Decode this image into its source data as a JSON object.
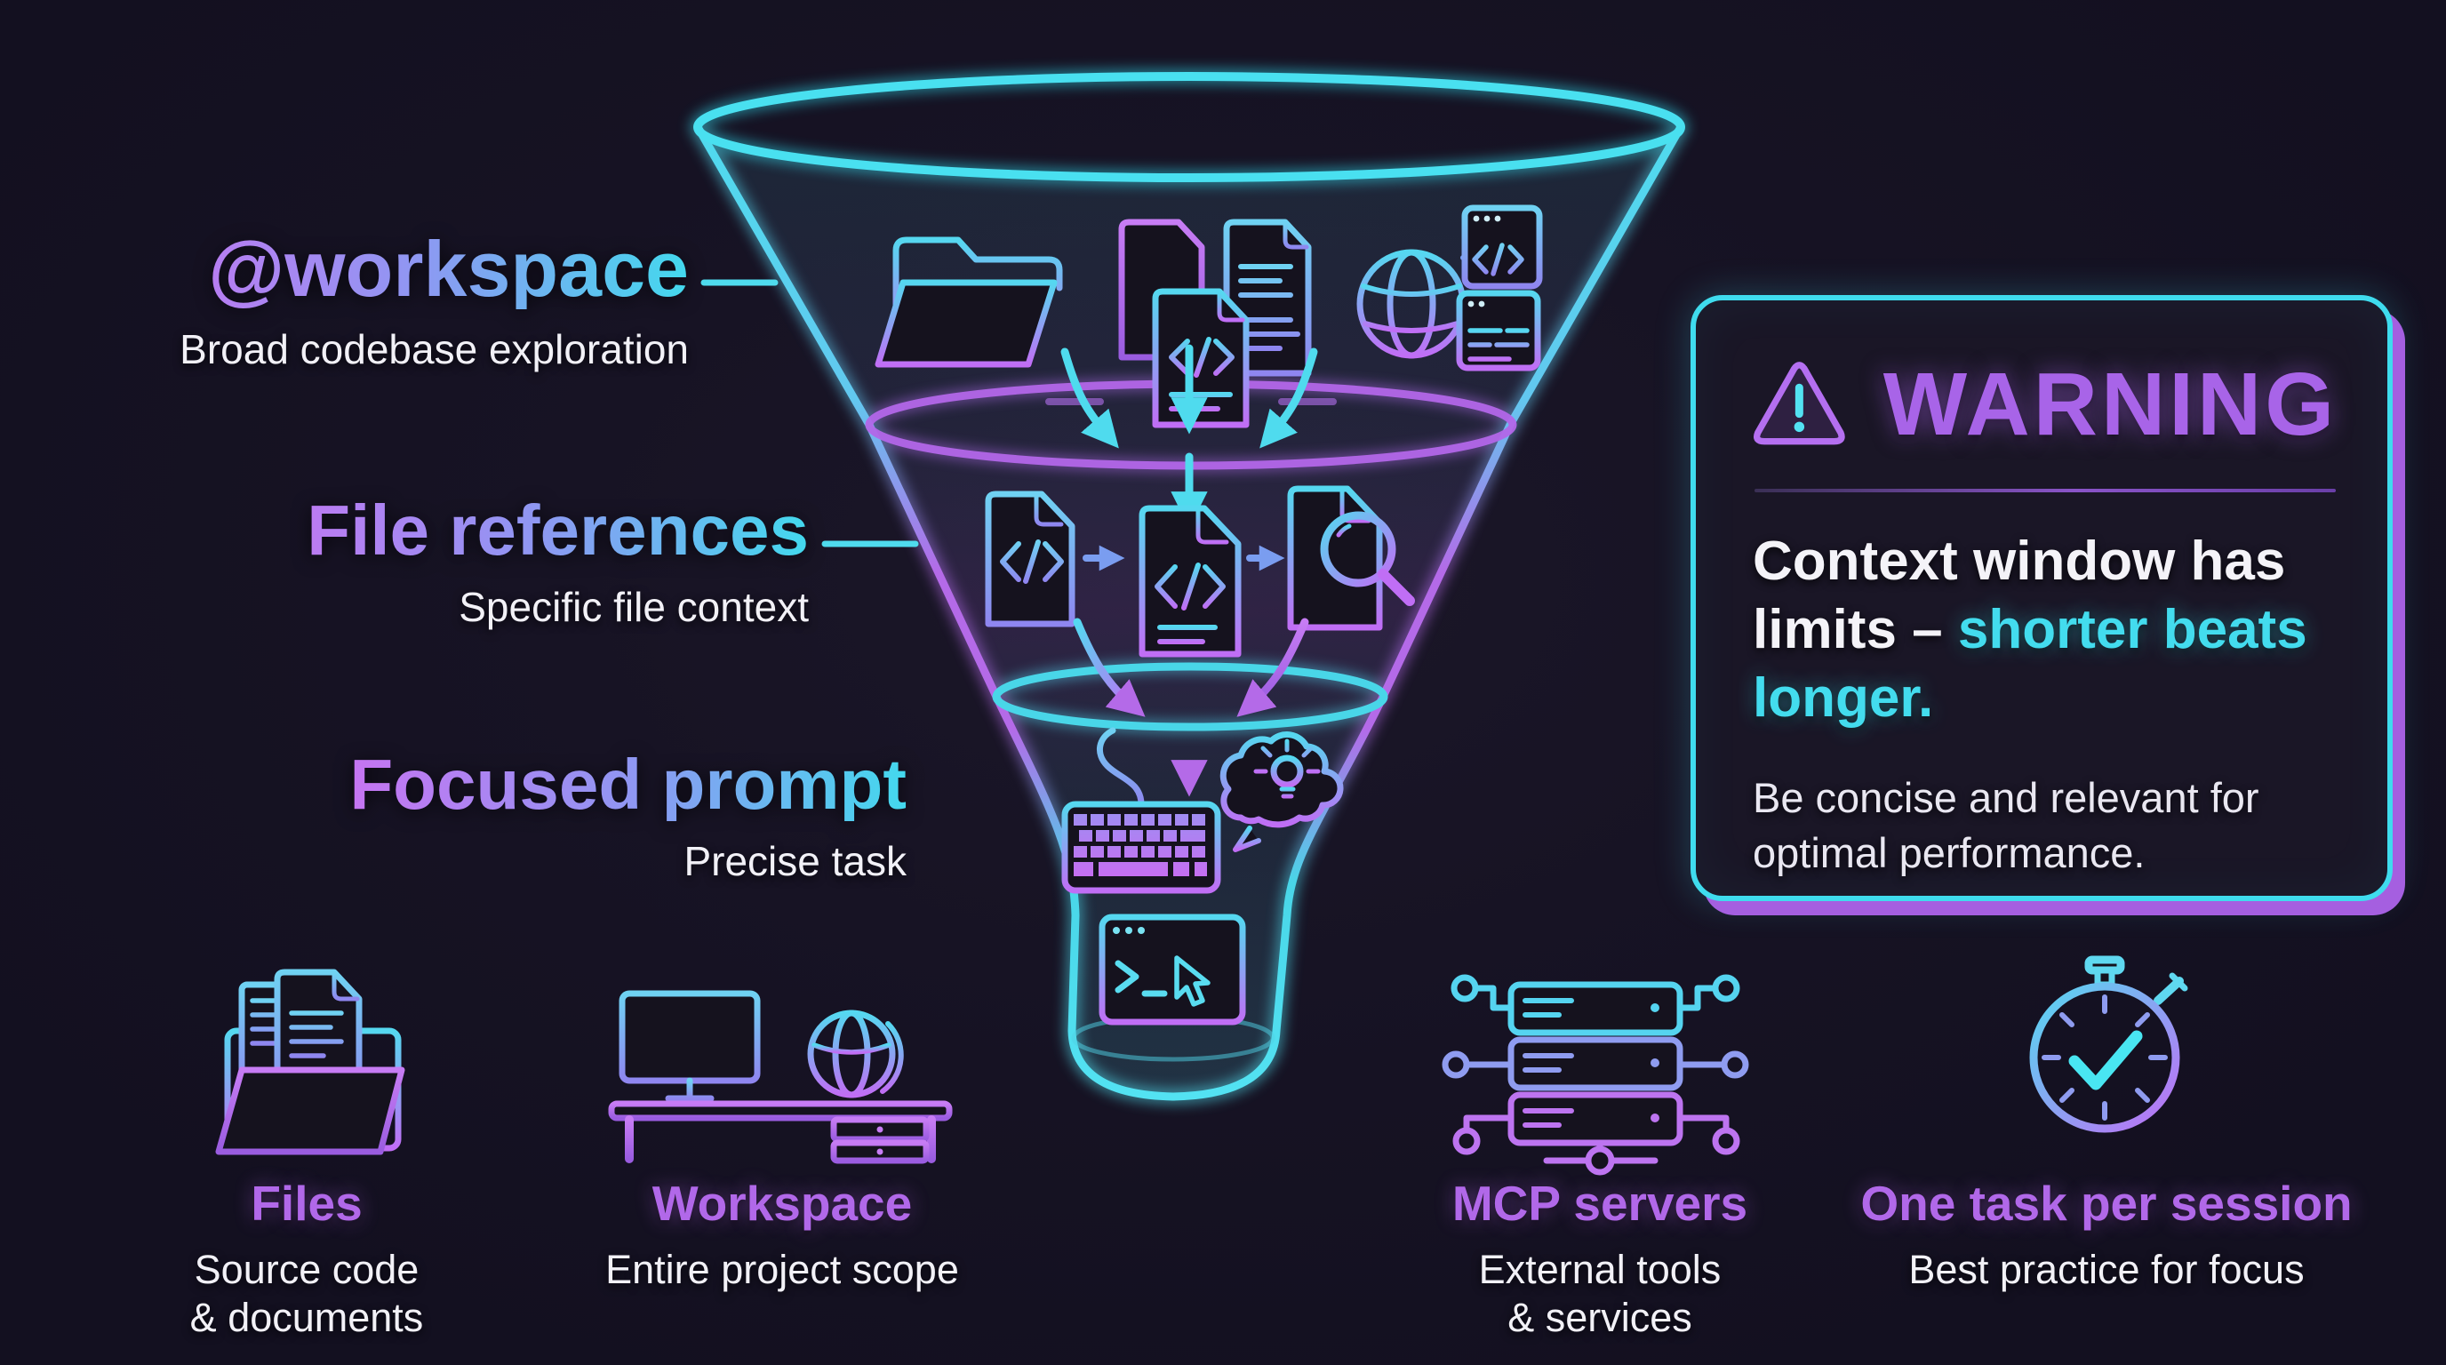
{
  "funnel_labels": [
    {
      "title": "@workspace",
      "subtitle": "Broad codebase exploration"
    },
    {
      "title": "File references",
      "subtitle": "Specific file context"
    },
    {
      "title": "Focused prompt",
      "subtitle": "Precise task"
    }
  ],
  "warning": {
    "title": "WARNING",
    "headline_white": "Context window has limits – ",
    "headline_cyan": "shorter beats longer.",
    "body": "Be concise and relevant for optimal performance."
  },
  "bottom_items": [
    {
      "title": "Files",
      "subtitle_line1": "Source code",
      "subtitle_line2": "& documents",
      "icon": "folder-documents-icon"
    },
    {
      "title": "Workspace",
      "subtitle_line1": "Entire project scope",
      "subtitle_line2": "",
      "icon": "desk-workspace-icon"
    },
    {
      "title": "MCP servers",
      "subtitle_line1": "External tools",
      "subtitle_line2": "& services",
      "icon": "server-stack-icon"
    },
    {
      "title": "One task per session",
      "subtitle_line1": "Best practice for focus",
      "subtitle_line2": "",
      "icon": "stopwatch-check-icon"
    }
  ],
  "colors": {
    "background": "#15121e",
    "accent_cyan": "#43dcee",
    "accent_purple": "#b168e9",
    "warning_purple": "#a864e8",
    "text_white": "#f2f1f7"
  }
}
